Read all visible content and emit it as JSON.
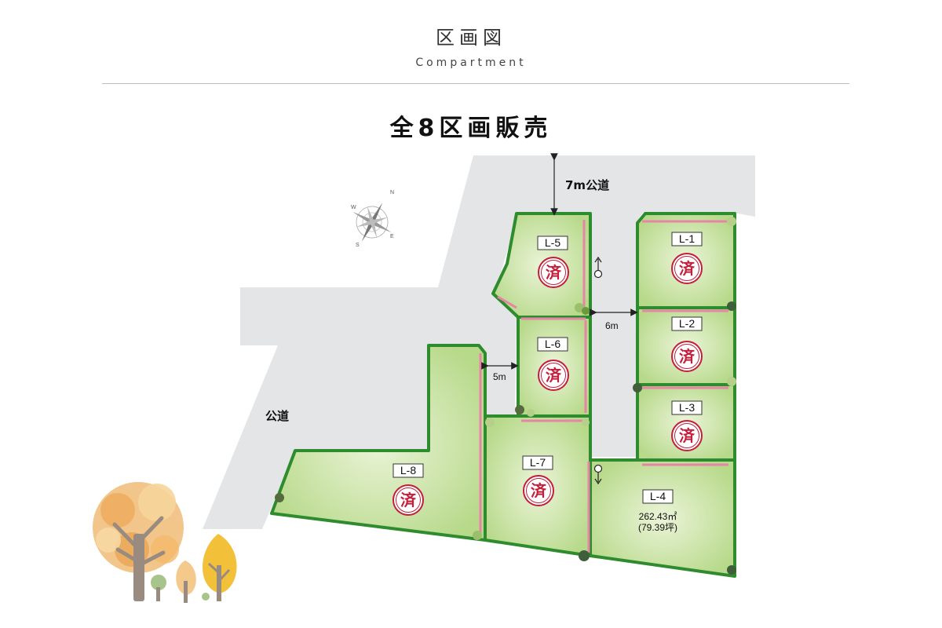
{
  "header": {
    "title": "区画図",
    "subtitle": "Compartment",
    "headline": "全8区画販売"
  },
  "roads": {
    "top_road_label": "7m公道",
    "left_road_label": "公道",
    "dim_6m": "6m",
    "dim_5m": "5m"
  },
  "compass": {
    "n": "N",
    "s": "S",
    "e": "E",
    "w": "W"
  },
  "sold_mark": "済",
  "lots": {
    "l1": {
      "label": "L-1",
      "sold": true
    },
    "l2": {
      "label": "L-2",
      "sold": true
    },
    "l3": {
      "label": "L-3",
      "sold": true
    },
    "l4": {
      "label": "L-4",
      "sold": false,
      "area_m2": "262.43㎡",
      "area_tsubo": "(79.39坪)"
    },
    "l5": {
      "label": "L-5",
      "sold": true
    },
    "l6": {
      "label": "L-6",
      "sold": true
    },
    "l7": {
      "label": "L-7",
      "sold": true
    },
    "l8": {
      "label": "L-8",
      "sold": true
    }
  },
  "colors": {
    "road": "#e4e5e6",
    "lot_fill": "#c9e2a2",
    "lot_border": "#2e8b2e",
    "pink_line": "#e685a6",
    "sold_red": "#c41e3a"
  }
}
